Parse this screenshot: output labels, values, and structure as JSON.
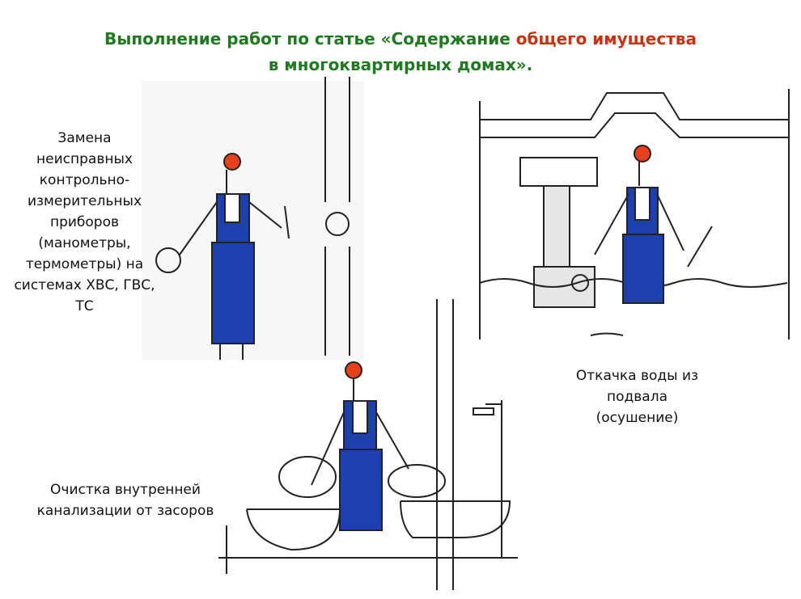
{
  "title": {
    "part1": "Выполнение работ по статье «Содержание ",
    "part2_highlight": "общего имущества",
    "line2": "в многоквартирных домах»."
  },
  "captions": {
    "meters": "Замена неисправных контрольно-измерительных приборов (манометры, термометры) на системах ХВС, ГВС, ТС",
    "pumping": "Откачка воды из подвала (осушение)",
    "sewer": "Очистка внутренней канализации от засоров"
  },
  "colors": {
    "title_green": "#1f7a1f",
    "title_red": "#c8320f",
    "overalls_blue": "#1d3fb0",
    "helmet_orange": "#e8401a"
  }
}
